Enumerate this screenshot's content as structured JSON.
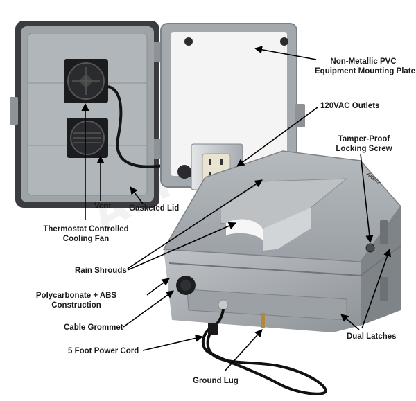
{
  "product": {
    "brand_badge": "Altelix",
    "watermark": "ALTELIX"
  },
  "callouts": {
    "mounting_plate": [
      "Non-Metallic PVC",
      "Equipment Mounting Plate"
    ],
    "outlets": "120VAC Outlets",
    "locking_screw": [
      "Tamper-Proof",
      "Locking Screw"
    ],
    "gasketed_lid": "Gasketed Lid",
    "vent": "Vent",
    "cooling_fan": [
      "Thermostat Controlled",
      "Cooling Fan"
    ],
    "rain_shrouds": "Rain Shrouds",
    "construction": [
      "Polycarbonate + ABS",
      "Construction"
    ],
    "cable_grommet": "Cable Grommet",
    "power_cord": "5 Foot Power Cord",
    "ground_lug": "Ground Lug",
    "dual_latches": "Dual Latches"
  },
  "colors": {
    "enclosure_body": "#a9aeb3",
    "enclosure_dark": "#7d8287",
    "gasket": "#3a3c3f",
    "mounting_plate": "#f4f4f4",
    "steel": "#c9cccf",
    "cord": "#111111",
    "arrow": "#000000"
  }
}
